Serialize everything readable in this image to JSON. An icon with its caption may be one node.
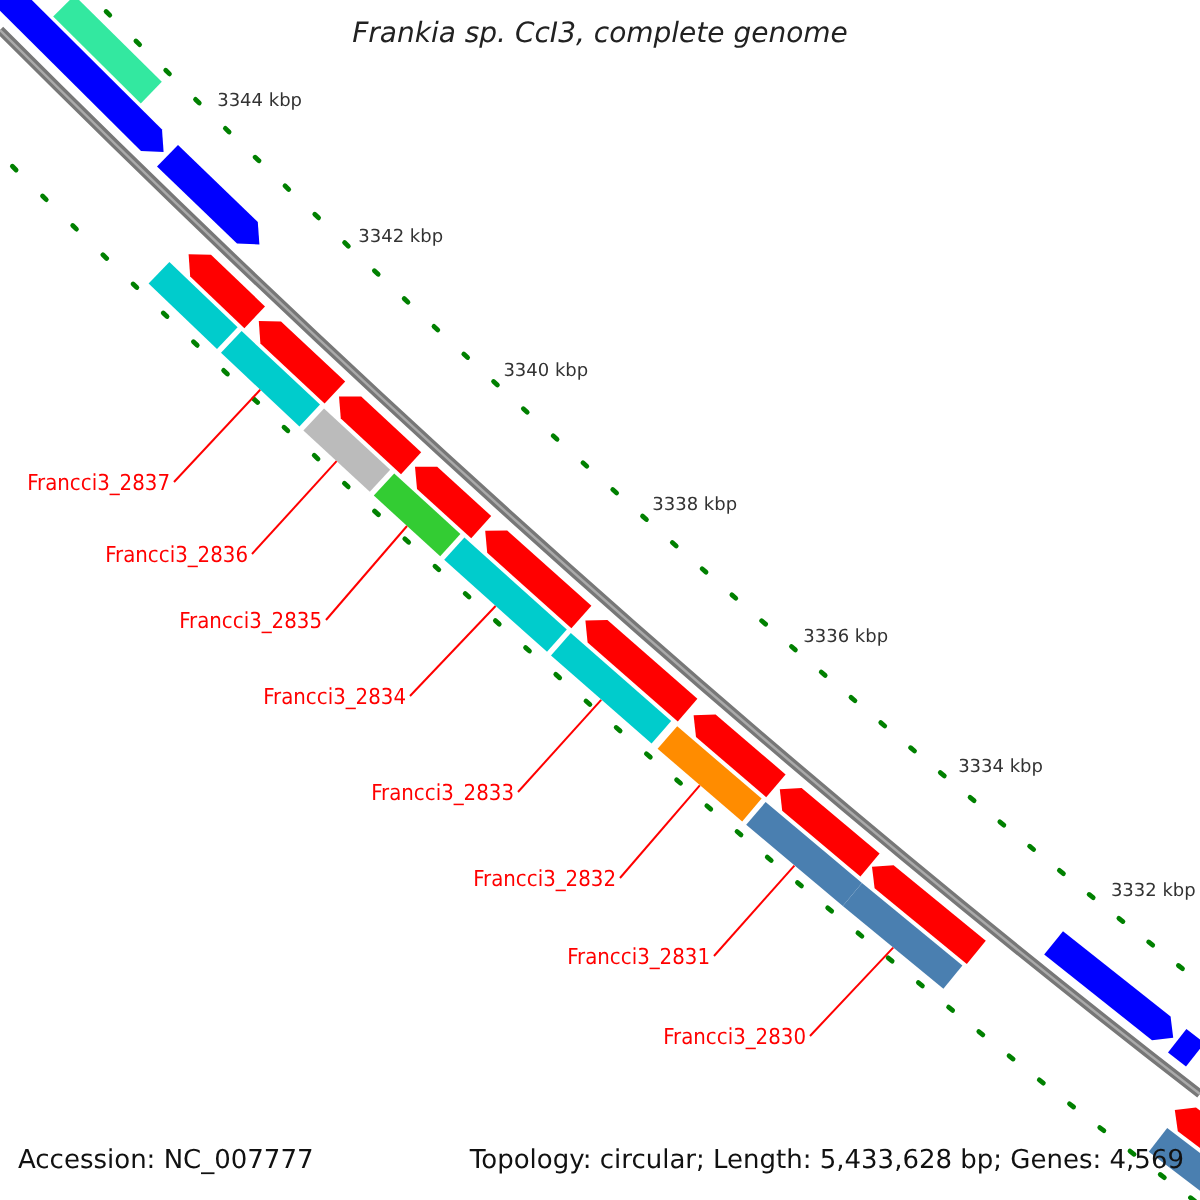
{
  "diagram": {
    "title": "Frankia sp. CcI3, complete genome",
    "nodes": [
      {
        "text": [
          "Francci3_2837"
        ]
      },
      {
        "text": [
          "Francci3_2836"
        ]
      },
      {
        "text": [
          "Francci3_2835"
        ]
      },
      {
        "text": [
          "Francci3_2834"
        ]
      },
      {
        "text": [
          "Francci3_2833"
        ]
      },
      {
        "text": [
          "Francci3_2832"
        ]
      },
      {
        "text": [
          "Francci3_2831"
        ]
      },
      {
        "text": [
          "Francci3_2830"
        ]
      },
      {
        "text": [],
        "shape": "bar"
      },
      {
        "text": [],
        "shape": "bar"
      },
      {
        "text": [],
        "shape": "bar"
      },
      {
        "text": [],
        "shape": "bar"
      },
      {
        "text": [],
        "shape": "bar"
      },
      {
        "text": [],
        "shape": "bar"
      },
      {
        "text": [],
        "shape": "bar"
      },
      {
        "text": [],
        "shape": "bar"
      },
      {
        "text": [],
        "shape": "bar"
      },
      {
        "text": [],
        "shape": "bar"
      },
      {
        "text": [],
        "shape": "bar"
      },
      {
        "text": [],
        "shape": "bar"
      },
      {
        "text": [],
        "shape": "bar"
      },
      {
        "text": [],
        "shape": "bar"
      },
      {
        "text": [],
        "shape": "bar"
      },
      {
        "text": [],
        "shape": "bar"
      },
      {
        "text": [],
        "shape": "bar"
      },
      {
        "text": [],
        "shape": "bar"
      },
      {
        "text": [],
        "shape": "bar"
      },
      {
        "text": [],
        "shape": "bar"
      },
      {
        "text": [],
        "shape": "bar"
      },
      {
        "text": [],
        "shape": "bar"
      },
      {
        "text": [],
        "shape": "bar"
      },
      {
        "text": [],
        "shape": "bar"
      },
      {
        "text": [],
        "shape": "bar"
      }
    ],
    "edges": [
      {
        "from": 0,
        "to": 13,
        "arrow": "none"
      },
      {
        "from": 1,
        "to": 15,
        "arrow": "none"
      },
      {
        "from": 2,
        "to": 17,
        "arrow": "none"
      },
      {
        "from": 3,
        "to": 19,
        "arrow": "none"
      },
      {
        "from": 4,
        "to": 21,
        "arrow": "none"
      },
      {
        "from": 5,
        "to": 23,
        "arrow": "none"
      },
      {
        "from": 6,
        "to": 25,
        "arrow": "none"
      },
      {
        "from": 7,
        "to": 27,
        "arrow": "none"
      }
    ],
    "labels": [
      "3344 kbp",
      "3342 kbp",
      "3340 kbp",
      "3338 kbp",
      "3336 kbp",
      "3334 kbp",
      "3332 kbp",
      "Accession: NC_007777",
      "Topology: circular; Length: 5,433,628 bp; Genes: 4,569"
    ]
  }
}
